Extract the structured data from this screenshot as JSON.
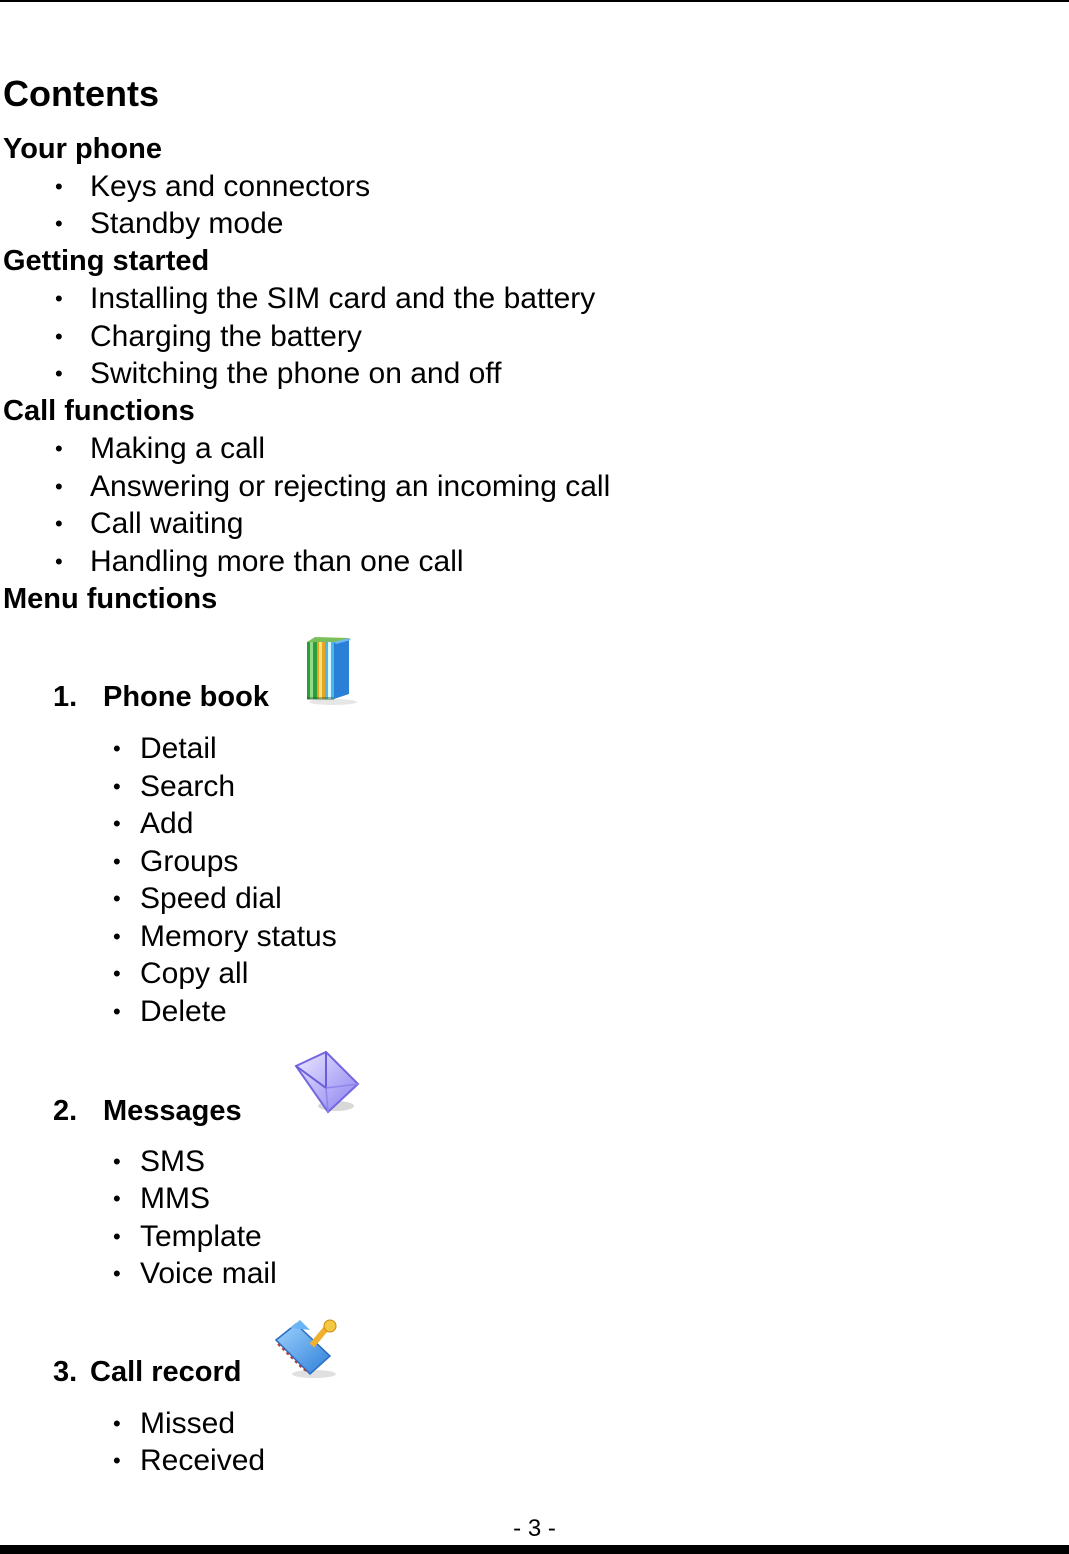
{
  "document": {
    "title": "Contents",
    "sections": [
      {
        "heading": "Your phone",
        "items": [
          "Keys and connectors",
          "Standby mode"
        ]
      },
      {
        "heading": "Getting started",
        "items": [
          "Installing the SIM card and the battery",
          "Charging the battery",
          "Switching the phone on and off"
        ]
      },
      {
        "heading": "Call functions",
        "items": [
          "Making a call",
          "Answering or rejecting an incoming call",
          "Call waiting",
          "Handling more than one call"
        ]
      },
      {
        "heading": "Menu functions",
        "items": []
      }
    ],
    "menus": [
      {
        "number": "1.",
        "title": "Phone book",
        "icon": "phone-book-icon",
        "items": [
          "Detail",
          "Search",
          "Add",
          "Groups",
          "Speed dial",
          "Memory status",
          "Copy all",
          "Delete"
        ]
      },
      {
        "number": "2.",
        "title": "Messages",
        "icon": "envelope-icon",
        "items": [
          "SMS",
          "MMS",
          "Template",
          "Voice mail"
        ]
      },
      {
        "number": "3.",
        "title": "Call record",
        "icon": "call-record-folder-icon",
        "items": [
          "Missed",
          "Received"
        ]
      }
    ],
    "bullet": "•",
    "page_number": "- 3 -"
  }
}
